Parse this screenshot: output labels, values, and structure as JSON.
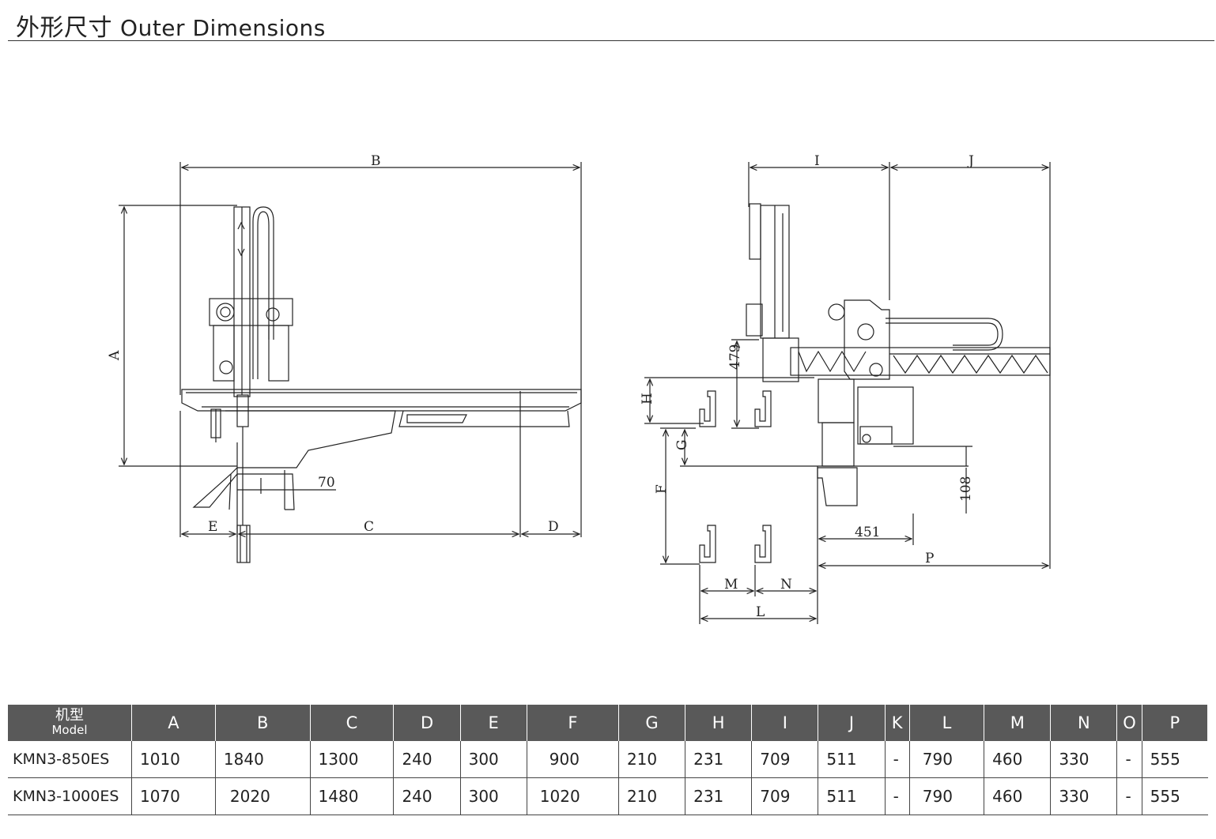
{
  "header": {
    "title_cn": "外形尺寸",
    "title_en": "Outer Dimensions"
  },
  "drawing": {
    "side_view_labels": {
      "B": "B",
      "A": "A",
      "C": "C",
      "D": "D",
      "E": "E",
      "dim_70": "70"
    },
    "end_view_labels": {
      "I": "I",
      "J": "J",
      "H": "H",
      "G": "G",
      "F": "F",
      "M": "M",
      "N": "N",
      "L": "L",
      "P": "P",
      "dim_479": "479",
      "dim_108": "108",
      "dim_451": "451"
    }
  },
  "table": {
    "header_model_cn": "机型",
    "header_model_en": "Model",
    "columns": [
      "A",
      "B",
      "C",
      "D",
      "E",
      "F",
      "G",
      "H",
      "I",
      "J",
      "K",
      "L",
      "M",
      "N",
      "O",
      "P"
    ],
    "rows": [
      {
        "model": "KMN3-850ES",
        "values": [
          "1010",
          "1840",
          "1300",
          "240",
          "300",
          "900",
          "210",
          "231",
          "709",
          "511",
          "-",
          "790",
          "460",
          "330",
          "-",
          "555"
        ]
      },
      {
        "model": "KMN3-1000ES",
        "values": [
          "1070",
          "2020",
          "1480",
          "240",
          "300",
          "1020",
          "210",
          "231",
          "709",
          "511",
          "-",
          "790",
          "460",
          "330",
          "-",
          "555"
        ]
      }
    ]
  },
  "colors": {
    "header_bg": "#595959",
    "line": "#222222"
  }
}
